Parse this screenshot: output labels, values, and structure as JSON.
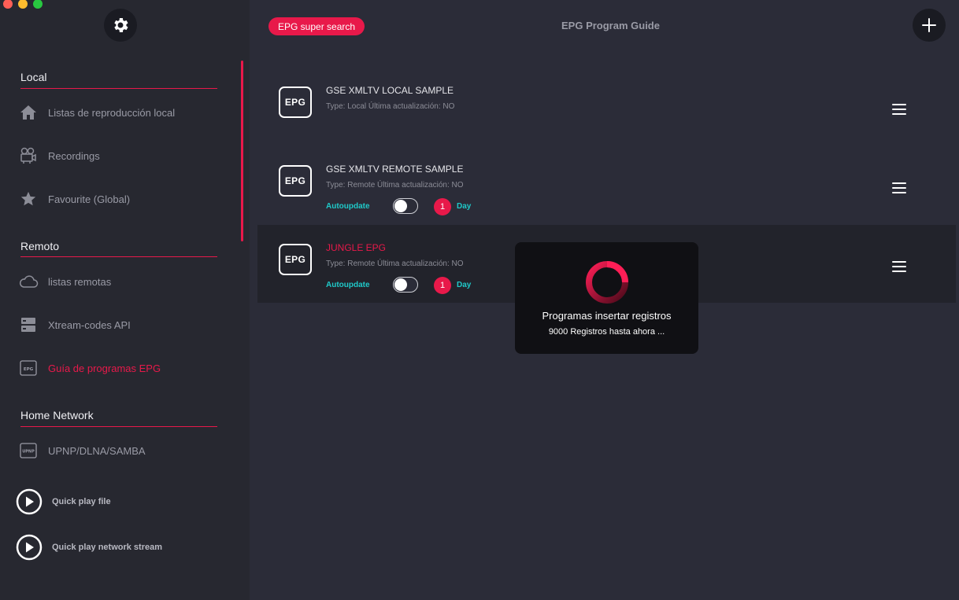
{
  "sidebar": {
    "sections": {
      "local": "Local",
      "remote": "Remoto",
      "home": "Home Network"
    },
    "items": [
      {
        "label": "Listas de reproducción local",
        "icon": "home-icon"
      },
      {
        "label": "Recordings",
        "icon": "camera-icon"
      },
      {
        "label": "Favourite (Global)",
        "icon": "star-icon"
      },
      {
        "label": "listas remotas",
        "icon": "cloud-icon"
      },
      {
        "label": "Xtream-codes API",
        "icon": "server-icon"
      },
      {
        "label": "Guía de programas EPG",
        "icon": "epg-icon",
        "active": true
      },
      {
        "label": "UPNP/DLNA/SAMBA",
        "icon": "upnp-icon"
      }
    ],
    "quick": [
      {
        "label": "Quick play file",
        "icon": "play-icon"
      },
      {
        "label": "Quick play network stream",
        "icon": "play-icon"
      }
    ]
  },
  "header": {
    "search_label": "EPG super search",
    "title": "EPG Program Guide"
  },
  "epg_list": [
    {
      "icon_text": "EPG",
      "name": "GSE XMLTV LOCAL SAMPLE",
      "type": "Type: Local Última actualización: NO"
    },
    {
      "icon_text": "EPG",
      "name": "GSE XMLTV REMOTE SAMPLE",
      "type": "Type: Remote Última actualización: NO",
      "autoupdate": "Autoupdate",
      "days": "1",
      "day_label": "Day"
    },
    {
      "icon_text": "EPG",
      "name": "JUNGLE EPG",
      "type": "Type: Remote Última actualización: NO",
      "autoupdate": "Autoupdate",
      "days": "1",
      "day_label": "Day",
      "selected": true
    }
  ],
  "progress": {
    "title": "Programas insertar registros",
    "subtitle": "9000 Registros hasta ahora ..."
  },
  "colors": {
    "accent": "#e8194a",
    "teal": "#1fc9c9",
    "sidebar_bg": "#272830",
    "main_bg": "#2b2c38"
  }
}
